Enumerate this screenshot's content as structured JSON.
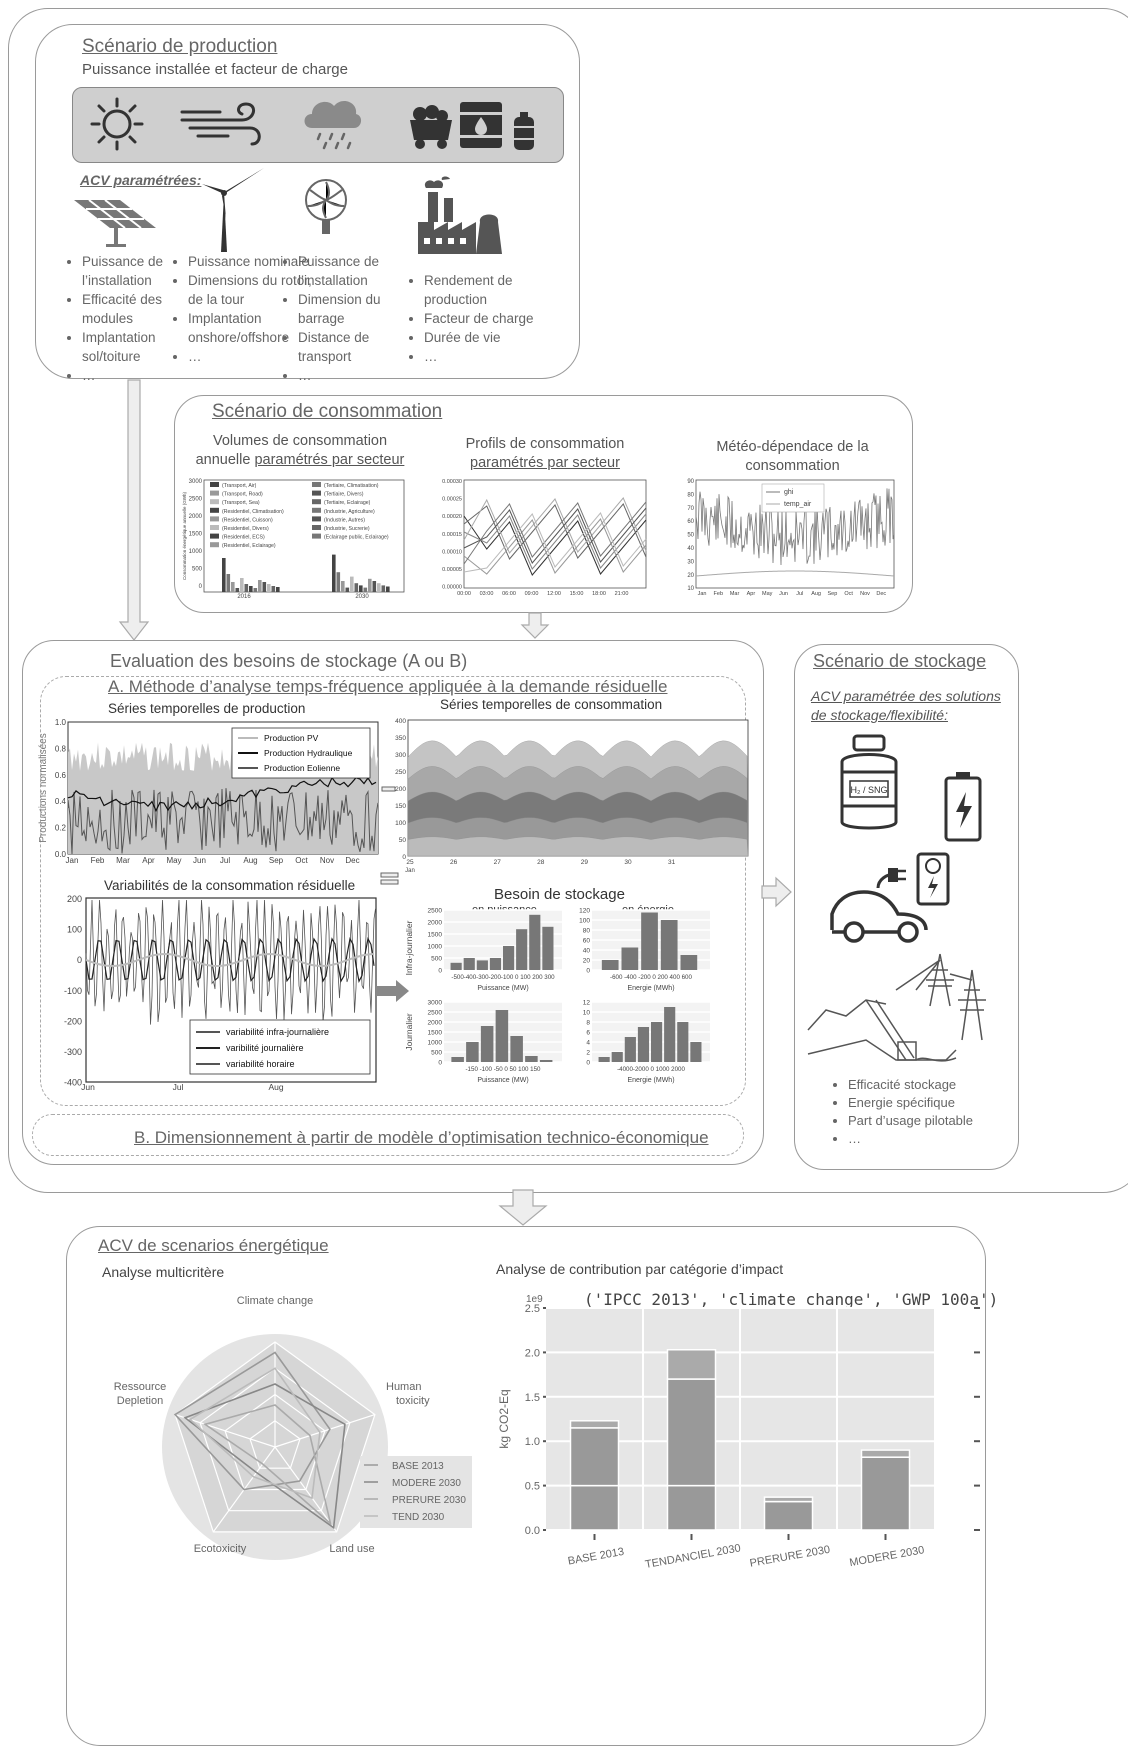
{
  "production": {
    "title": "Scénario de production",
    "subtitle": "Puissance installée et facteur de charge",
    "acv_label": "ACV paramétrées:",
    "cols": [
      [
        "Puissance de l’installation",
        "Efficacité des modules",
        "Implantation sol/toiture",
        "…"
      ],
      [
        "Puissance nominale",
        "Dimensions du rotor, de la tour",
        "Implantation onshore/offshore",
        "…"
      ],
      [
        "Puissance de l’installation",
        "Dimension du barrage",
        "Distance de transport",
        "…"
      ],
      [
        "Rendement de production",
        "Facteur de charge",
        "Durée de vie",
        "…"
      ]
    ]
  },
  "consumption": {
    "title": "Scénario de consommation",
    "vol_title_1": "Volumes de consommation",
    "vol_title_2a": "annuelle ",
    "vol_title_2b": "paramétrés par secteur",
    "prof_title_1": "Profils de consommation",
    "prof_title_2": "paramétrés par secteur",
    "meteo_title_1": "Météo-dépendace de la",
    "meteo_title_2": "consommation",
    "vol_legend": [
      "(Transport, Air)",
      "(Tertiaire, Climatisation)",
      "(Transport, Road)",
      "(Tertiaire, Divers)",
      "(Transport, Sea)",
      "(Tertiaire, Eclairage)",
      "(Residentiel, Climatisation)",
      "(Industrie, Agriculture)",
      "(Residentiel, Cuisson)",
      "(Industrie, Autres)",
      "(Residentiel, Divers)",
      "(Industrie, Sucrerie)",
      "(Residentiel, ECS)",
      "(Eclairage public, Eclairage)",
      "(Residentiel, Eclairage)",
      ""
    ],
    "vol_yticks": [
      "3000",
      "2500",
      "2000",
      "1500",
      "1000",
      "500",
      "0"
    ],
    "vol_ylabel": "Consommation énergétique annuelle (GWh)",
    "vol_xticks": [
      "2016",
      "2030"
    ],
    "prof_yticks": [
      "0.00030",
      "0.00025",
      "0.00020",
      "0.00015",
      "0.00010",
      "0.00005",
      "0.00000"
    ],
    "prof_xticks": [
      "00:00",
      "03:00",
      "06:00",
      "09:00",
      "12:00",
      "15:00",
      "18:00",
      "21:00"
    ],
    "meteo_yticks": [
      "90",
      "80",
      "70",
      "60",
      "50",
      "40",
      "30",
      "20",
      "10"
    ],
    "meteo_xticks": [
      "Jan",
      "Feb",
      "Mar",
      "Apr",
      "May",
      "Jun",
      "Jul",
      "Aug",
      "Sep",
      "Oct",
      "Nov",
      "Dec"
    ],
    "meteo_legend": [
      "ghi",
      "temp_air"
    ]
  },
  "evaluation": {
    "title": "Evaluation des besoins de stockage (A ou B)",
    "a_title": "A. Méthode d’analyse temps-fréquence appliquée à la demande résiduelle",
    "b_title": "B. Dimensionnement à partir de modèle d’optimisation technico-économique",
    "prod_series_title": "Séries temporelles de production",
    "cons_series_title": "Séries temporelles de consommation",
    "prod_ylabel": "Productions normalisées",
    "prod_yticks": [
      "1.0",
      "0.8",
      "0.6",
      "0.4",
      "0.2",
      "0.0"
    ],
    "prod_xticks": [
      "Jan",
      "Feb",
      "Mar",
      "Apr",
      "May",
      "Jun",
      "Jul",
      "Aug",
      "Sep",
      "Oct",
      "Nov",
      "Dec"
    ],
    "prod_legend": [
      "Production PV",
      "Production Hydraulique",
      "Production Eolienne"
    ],
    "cons_yticks": [
      "400",
      "350",
      "300",
      "250",
      "200",
      "150",
      "100",
      "50",
      "0"
    ],
    "cons_xticks": [
      "25",
      "26",
      "27",
      "28",
      "29",
      "30",
      "31"
    ],
    "cons_xsub": "Jan",
    "resid_title": "Variabilités de la consommation résiduelle",
    "resid_yticks": [
      "200",
      "100",
      "0",
      "-100",
      "-200",
      "-300",
      "-400"
    ],
    "resid_xticks": [
      "Jun",
      "Jul",
      "Aug"
    ],
    "resid_legend": [
      "variabilité infra-journalière",
      "varibilité journalière",
      "variabilité horaire"
    ],
    "storage_title": "Besoin de stockage",
    "storage_col_power": "en puissance",
    "storage_col_energy": "en énergie",
    "storage_row1": "Infra-journalier",
    "storage_row2": "Journalier",
    "storage_xlabel_power": "Puissance (MW)",
    "storage_xlabel_energy": "Energie (MWh)",
    "h1_yticks": [
      "2500",
      "2000",
      "1500",
      "1000",
      "500",
      "0"
    ],
    "h1_xticks": "-500-400-300-200-100 0 100 200 300",
    "h2_yticks": [
      "120",
      "100",
      "80",
      "60",
      "40",
      "20",
      "0"
    ],
    "h2_xticks": "-600 -400 -200  0  200  400  600",
    "h3_yticks": [
      "3000",
      "2500",
      "2000",
      "1500",
      "1000",
      "500",
      "0"
    ],
    "h3_xticks": "-150 -100 -50  0  50  100  150",
    "h4_yticks": [
      "12",
      "10",
      "8",
      "6",
      "4",
      "2",
      "0"
    ],
    "h4_xticks": "-4000-2000  0  1000 2000",
    "chart_data": [
      {
        "type": "bar",
        "title": "Besoin de stockage — Infra-journalier, en puissance",
        "xlabel": "Puissance (MW)",
        "categories": [
          "-400",
          "-300",
          "-200",
          "-100",
          "0",
          "100",
          "200",
          "300"
        ],
        "values": [
          300,
          500,
          400,
          500,
          1000,
          1700,
          2300,
          1800
        ]
      },
      {
        "type": "bar",
        "title": "Besoin de stockage — Infra-journalier, en énergie",
        "xlabel": "Energie (MWh)",
        "categories": [
          "-200",
          "-100",
          "0",
          "100",
          "200"
        ],
        "values": [
          20,
          45,
          115,
          100,
          30
        ]
      },
      {
        "type": "bar",
        "title": "Besoin de stockage — Journalier, en puissance",
        "xlabel": "Puissance (MW)",
        "categories": [
          "-75",
          "-50",
          "-25",
          "0",
          "25",
          "50",
          "75"
        ],
        "values": [
          250,
          1000,
          1800,
          2600,
          1300,
          300,
          100
        ]
      },
      {
        "type": "bar",
        "title": "Besoin de stockage — Journalier, en énergie",
        "xlabel": "Energie (MWh)",
        "categories": [
          "-3000",
          "-2000",
          "-1000",
          "0",
          "500",
          "1000",
          "1500",
          "2000"
        ],
        "values": [
          1,
          2,
          5,
          7,
          8,
          11,
          8,
          4
        ]
      }
    ]
  },
  "storage": {
    "title": "Scénario de stockage",
    "acv_1": "ACV  paramétrée des solutions",
    "acv_2": "de stockage/flexibilité:",
    "tank_label": "H₂ / SNG",
    "bullets": [
      "Efficacité stockage",
      "Energie spécifique",
      "Part d’usage pilotable",
      "…"
    ]
  },
  "lca": {
    "title": "ACV de scenarios énergétique",
    "radar_title": "Analyse multicritère",
    "radar_axes": [
      "Climate change",
      "Human toxicity",
      "Land use",
      "Ecotoxicity",
      "Ressource Depletion"
    ],
    "radar_legend": [
      "BASE 2013",
      "MODERE 2030",
      "PRERURE 2030",
      "TEND 2030"
    ],
    "bar_title": "Analyse de contribution par catégorie d’impact",
    "bar_subtitle": "('IPCC 2013', 'climate change', 'GWP 100a')",
    "bar_ylabel": "kg CO2-Eq",
    "bar_exp": "1e9",
    "bar_yticks": [
      "2.5",
      "2.0",
      "1.5",
      "1.0",
      "0.5",
      "0.0"
    ],
    "chart_data": {
      "type": "bar",
      "title": "('IPCC 2013', 'climate change', 'GWP 100a')",
      "ylabel": "kg CO2-Eq",
      "categories": [
        "BASE 2013",
        "TENDANCIEL 2030",
        "PRERURE 2030",
        "MODERE 2030"
      ],
      "series": [
        {
          "values": [
            0.5,
            0.5,
            0.0,
            0.0
          ]
        },
        {
          "values": [
            0.65,
            1.2,
            0.32,
            0.82
          ]
        },
        {
          "values": [
            0.08,
            0.33,
            0.05,
            0.08
          ]
        }
      ],
      "totals": [
        1.23,
        2.03,
        0.37,
        0.9
      ],
      "ylim": [
        0,
        2.5
      ]
    }
  }
}
